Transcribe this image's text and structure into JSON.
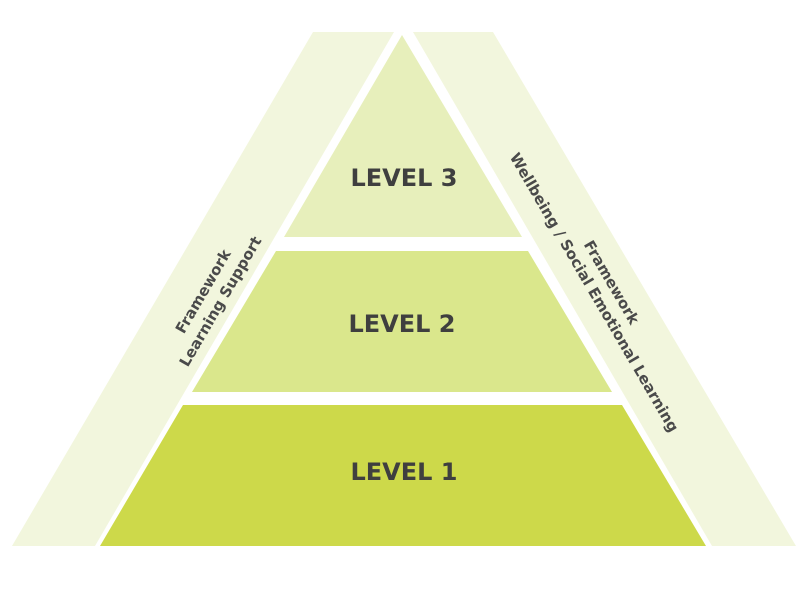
{
  "colors": {
    "background": "#ffffff",
    "side_band": "#f2f6dd",
    "level_3": "#e7efbb",
    "level_2": "#dae78c",
    "level_1": "#cdd94a",
    "text": "#3f3f3f"
  },
  "levels": {
    "level_3": "LEVEL 3",
    "level_2": "LEVEL 2",
    "level_1": "LEVEL 1"
  },
  "left_band": {
    "line1": "Framework",
    "line2": "Learning Support"
  },
  "right_band": {
    "line1": "Framework",
    "line2": "Wellbeing / Social Emotional Learning"
  }
}
